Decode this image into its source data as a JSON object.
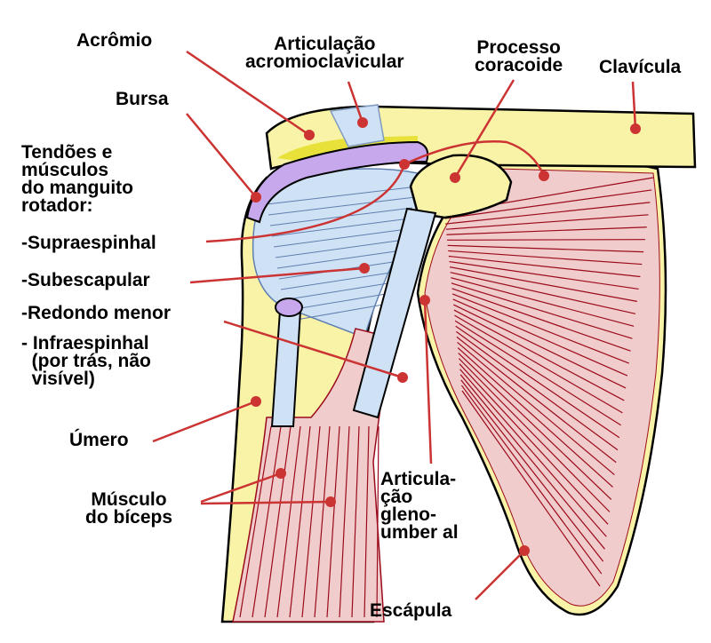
{
  "labels": {
    "acromio": "Acrômio",
    "articulacao_ac": "Articulação\nacromioclavicular",
    "processo_coracoide": "Processo\ncoracoide",
    "clavicula": "Clavícula",
    "bursa": "Bursa",
    "tendoes": "Tendões e\nmúsculos\ndo manguito\nrotador:",
    "supraespinhal": "-Supraespinhal",
    "subescapular": "-Subescapular",
    "redondo_menor": "-Redondo menor",
    "infraespinhal": "- Infraespinhal\n  (por trás, não\n  visível)",
    "umero": "Úmero",
    "musculo_biceps": "Músculo\ndo bíceps",
    "articulacao_gu": "Articula-\nção\ngleno-\number al",
    "escapula": "Escápula"
  },
  "colors": {
    "bone": "#f9f3a7",
    "bone_outline": "#000000",
    "cartilage": "#e7e13a",
    "bursa": "#c7a8ec",
    "tendon": "#cfe1f5",
    "muscle": "#f0cccc",
    "muscle_fiber": "#9b0a1a",
    "leader_line": "#cc3333"
  }
}
